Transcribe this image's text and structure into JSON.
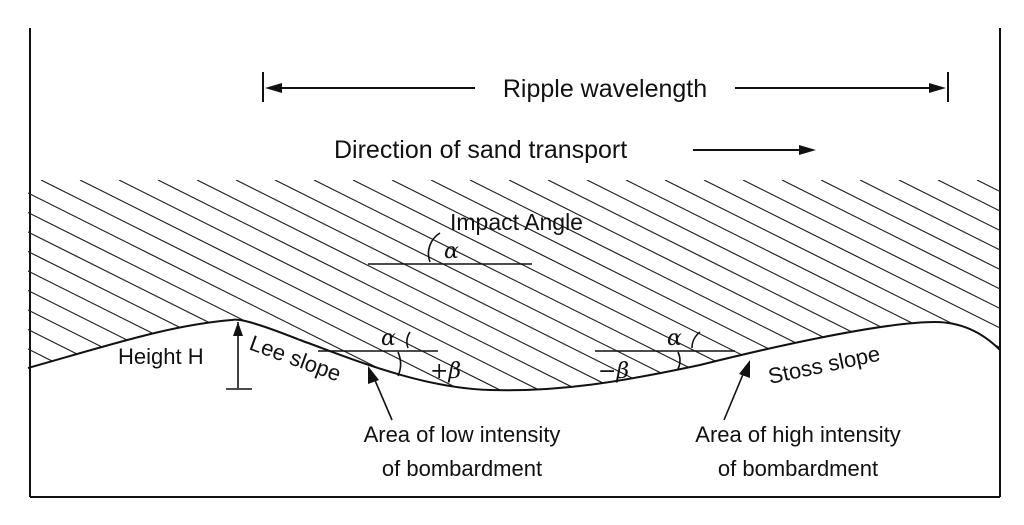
{
  "labels": {
    "wavelength": "Ripple wavelength",
    "transport": "Direction of sand transport",
    "impact_angle": "Impact Angle",
    "alpha": "α",
    "plus_beta": "+β",
    "minus_beta": "−β",
    "height": "Height H",
    "lee_slope": "Lee slope",
    "stoss_slope": "Stoss slope",
    "low_line1": "Area of low intensity",
    "low_line2": "of bombardment",
    "high_line1": "Area of high intensity",
    "high_line2": "of bombardment"
  }
}
